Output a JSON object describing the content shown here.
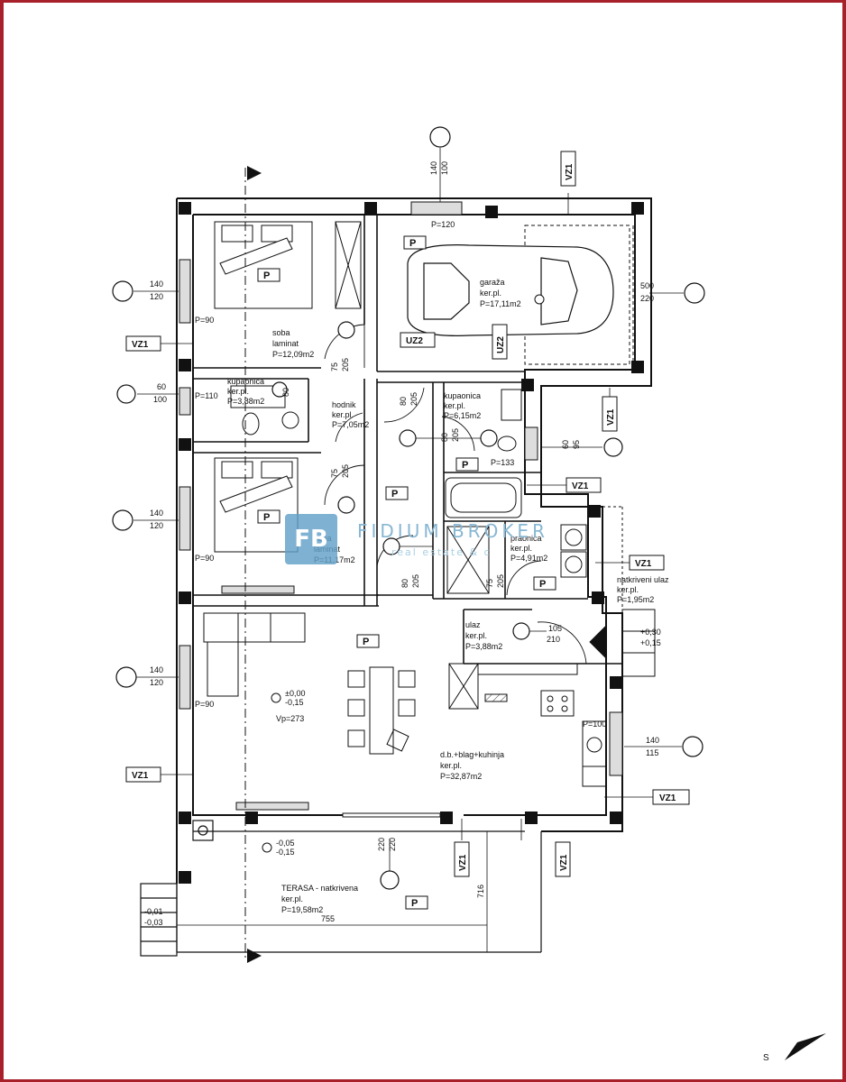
{
  "watermark": {
    "mark": "FB",
    "brand": "FIDIUM BROKER",
    "tagline": "real estate & c"
  },
  "rooms": {
    "bedroom1": {
      "name": "soba",
      "floor": "laminat",
      "area": "P=12,09m2",
      "tag": "P"
    },
    "garage": {
      "name": "garaža",
      "floor": "ker.pl.",
      "area": "P=17,11m2",
      "tag": "P"
    },
    "bathroom1": {
      "name": "kupaonica",
      "floor": "ker.pl.",
      "area": "P=3,88m2"
    },
    "hall": {
      "name": "hodnik",
      "floor": "ker.pl.",
      "area": "P=7,05m2"
    },
    "bathroom2": {
      "name": "kupaonica",
      "floor": "ker.pl.",
      "area": "P=6,15m2",
      "tag": "P"
    },
    "bedroom2": {
      "name": "soba",
      "floor": "laminat",
      "area": "P=11,17m2",
      "tag": "P"
    },
    "laundry": {
      "name": "praonica",
      "floor": "ker.pl.",
      "area": "P=4,91m2",
      "tag": "P"
    },
    "entry_open": {
      "name": "natkriveni ulaz",
      "floor": "ker.pl.",
      "area": "P=1,95m2"
    },
    "entrance": {
      "name": "ulaz",
      "floor": "ker.pl.",
      "area": "P=3,88m2"
    },
    "living": {
      "name": "d.b.+blag+kuhinja",
      "floor": "ker.pl.",
      "area": "P=32,87m2",
      "tag": "P"
    },
    "terrace": {
      "name": "TERASA - natkrivena",
      "floor": "ker.pl.",
      "area": "P=19,58m2",
      "tag": "P"
    },
    "corridor": {
      "tag": "P"
    }
  },
  "tags": {
    "vz1": "VZ1",
    "uz2": "UZ2"
  },
  "openings": {
    "w_top_a": "140",
    "w_top_b": "100",
    "p_garage_top": "P=120",
    "w_garage_a": "500",
    "w_garage_b": "220",
    "w_bed1_a": "140",
    "w_bed1_b": "120",
    "p_bed1": "P=90",
    "w_bath1_a": "60",
    "w_bath1_b": "100",
    "p_bath1": "P=110",
    "w_bed2_a": "140",
    "w_bed2_b": "120",
    "p_bed2": "P=90",
    "w_liv_a": "140",
    "w_liv_b": "120",
    "p_liv": "P=90",
    "w_bath2_a": "60",
    "w_bath2_b": "95",
    "p_bath2": "P=133",
    "w_kit_a": "140",
    "w_kit_b": "115",
    "p_kit": "P=100",
    "door_75": "75",
    "door_205": "205",
    "door_80": "80",
    "door_90": "90",
    "door_220": "220",
    "d_entry_a": "105",
    "d_entry_b": "210",
    "step_a": "+0,30",
    "step_b": "+0,15",
    "terr_step_a": "-0,01",
    "terr_step_b": "-0,03",
    "lvl_main_a": "±0,00",
    "lvl_main_b": "-0,15",
    "vp": "Vp=273",
    "lvl_terr_a": "-0,05",
    "lvl_terr_b": "-0,15",
    "dim_716": "716",
    "dim_755": "755"
  }
}
